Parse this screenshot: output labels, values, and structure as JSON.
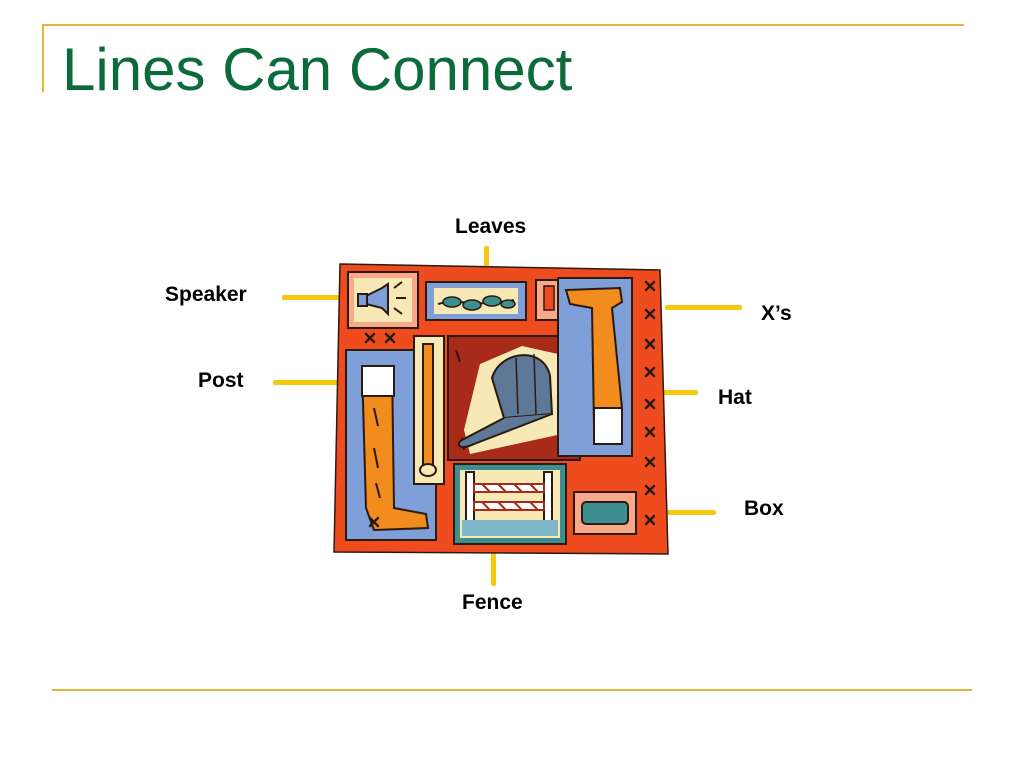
{
  "slide": {
    "title": "Lines Can Connect",
    "colors": {
      "title": "#0B6B3A",
      "rule": "#E2B53E",
      "leader": "#F6C90E",
      "label": "#000000"
    }
  },
  "labels": {
    "leaves": "Leaves",
    "speaker": "Speaker",
    "xs": "X’s",
    "post": "Post",
    "hat": "Hat",
    "box": "Box",
    "fence": "Fence"
  },
  "artwork": {
    "description_icons": [
      "megaphone-icon",
      "leaves-icon",
      "post-icon",
      "cap-icon",
      "boot-icon",
      "fence-icon",
      "box-icon",
      "x-marks-icon"
    ],
    "colors": {
      "border": "#EE4B1E",
      "blue": "#7E9FD8",
      "cream": "#F6E9B5",
      "orange": "#F38C1E",
      "dark_red": "#A82A18",
      "cap": "#5E7898",
      "teal": "#3F8E8F"
    }
  }
}
